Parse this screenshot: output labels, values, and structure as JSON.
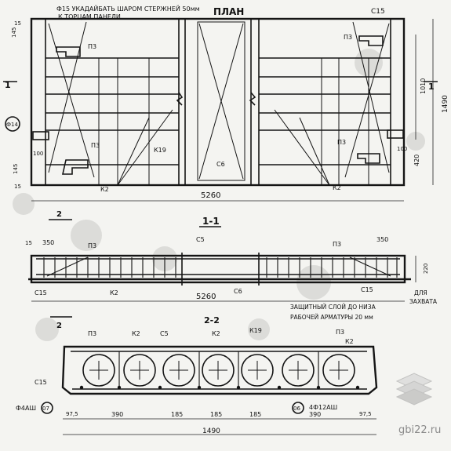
{
  "plan": {
    "title": "ПЛАН",
    "note_line1": "Ф15 УКАДАЙБАТЬ ШАРОМ СТЕРЖНЕЙ 50мм",
    "note_line2": "К ТОРЦАМ ПАНЕЛИ",
    "labels": {
      "c15": "С15",
      "p3_tl": "П3",
      "p3_tr": "П3",
      "p3_bl": "П3",
      "p3_br": "П3",
      "k19": "К19",
      "k2_left": "К2",
      "k2_right": "К2",
      "c6": "С6",
      "sec1_left": "1",
      "sec1_right": "1",
      "sec2": "2",
      "marker_left": "Ф14"
    },
    "dims": {
      "length": "5260",
      "width": "1490",
      "inner": "1010",
      "d420": "420",
      "d100_l": "100",
      "d100_r": "100",
      "d145_top": "145",
      "d145_bot": "145",
      "d15_top": "15",
      "d15_bot": "15"
    }
  },
  "section_1_1": {
    "title": "1-1",
    "labels": {
      "c5": "С5",
      "p3_l": "П3",
      "p3_r": "П3",
      "c15_l": "С15",
      "c15_r": "С15",
      "k2": "К2",
      "c6": "С6",
      "sec2": "2"
    },
    "dims": {
      "d350_l": "350",
      "d350_r": "350",
      "d220": "220",
      "length": "5260",
      "d15": "15"
    },
    "note_cover_line1": "ЗАЩИТНЫЙ СЛОЙ ДО НИЗА",
    "note_cover_line2": "РАБОЧЕЙ АРМАТУРЫ 20 мм",
    "note_lift_line1": "ДЛЯ",
    "note_lift_line2": "ЗАХВАТА"
  },
  "section_2_2": {
    "title": "2-2",
    "labels": {
      "p3_l": "П3",
      "p3_r": "П3",
      "k2_a": "К2",
      "k2_b": "К2",
      "k2_c": "К2",
      "c5": "С5",
      "k19": "К19",
      "c15": "С15",
      "bar_left": "Ф4АШ",
      "bar_left_mark": "07",
      "bar_right": "4Ф12АШ",
      "bar_right_mark": "06"
    },
    "dims": {
      "d97_l": "97,5",
      "d97_r": "97,5",
      "d390_l": "390",
      "d390_r": "390",
      "d185_a": "185",
      "d185_b": "185",
      "d185_c": "185",
      "width": "1490"
    }
  },
  "watermark": {
    "site": "gbi22.ru"
  },
  "colors": {
    "ink": "#151515",
    "paper": "#f4f4f1"
  }
}
